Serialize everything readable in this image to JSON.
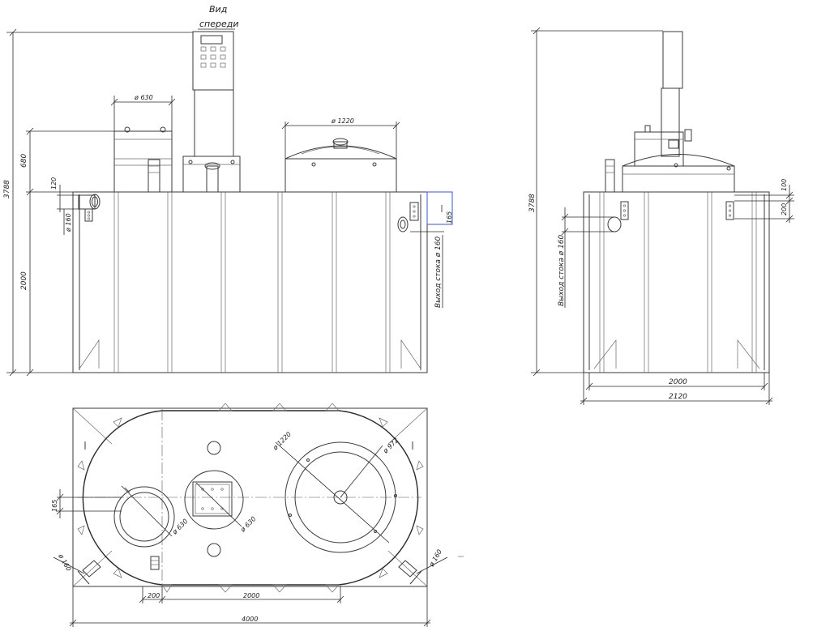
{
  "view_title": {
    "line1": "Вид",
    "line2": "спереди"
  },
  "front_view": {
    "dim_total_height": "3788",
    "dim_top_part": "680",
    "dim_120": "120",
    "dim_pipe_left": "ø 160",
    "dim_body": "2000",
    "dim_diam_small": "ø 630",
    "dim_diam_large": "ø 1220",
    "dim_165": "165",
    "outlet_label": "Выход стока ø 160"
  },
  "side_view": {
    "dim_total_height": "3788",
    "dim_100": "100",
    "dim_200": "200",
    "outlet_label": "Выход стока ø 160",
    "dim_width_inner": "2000",
    "dim_width_outer": "2120"
  },
  "plan_view": {
    "dim_165": "165",
    "dim_pipe_left": "ø 160",
    "dim_pipe_right": "ø 160",
    "dim_diam_hatch": "ø 630",
    "dim_diam_center": "ø 630",
    "dim_diam_large": "ø 1220",
    "dim_diam_inner": "ø 972",
    "dim_200": "200",
    "dim_2000": "2000",
    "dim_4000": "4000"
  }
}
